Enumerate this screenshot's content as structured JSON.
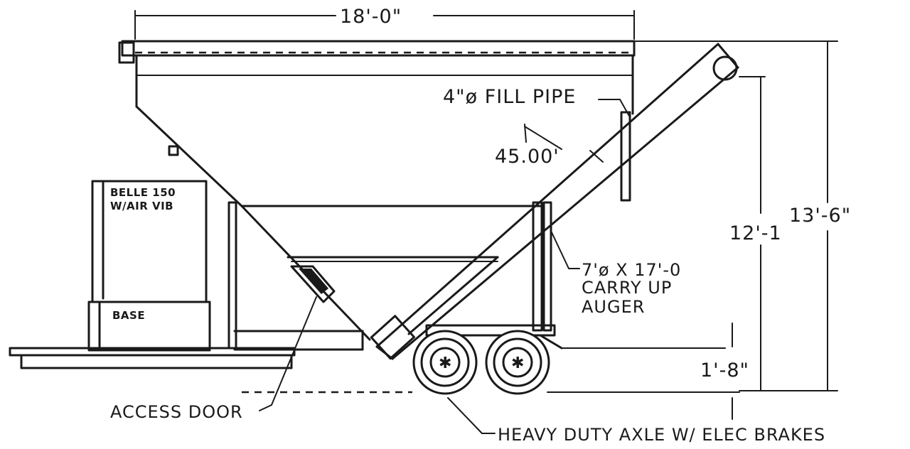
{
  "labels": {
    "overall_length": "18'-0\"",
    "fill_pipe": "4\"ø FILL PIPE",
    "auger_angle": "45.00'",
    "silo_line1": "BELLE 150",
    "silo_line2": "W/AIR VIB",
    "base": "BASE",
    "auger_line1": "7'ø X 17'-0",
    "auger_line2": "CARRY UP",
    "auger_line3": "AUGER",
    "height_inner": "12'-1",
    "height_overall": "13'-6\"",
    "ground_clearance": "1'-8\"",
    "access_door": "ACCESS DOOR",
    "axle": "HEAVY DUTY AXLE W/ ELEC BRAKES"
  }
}
